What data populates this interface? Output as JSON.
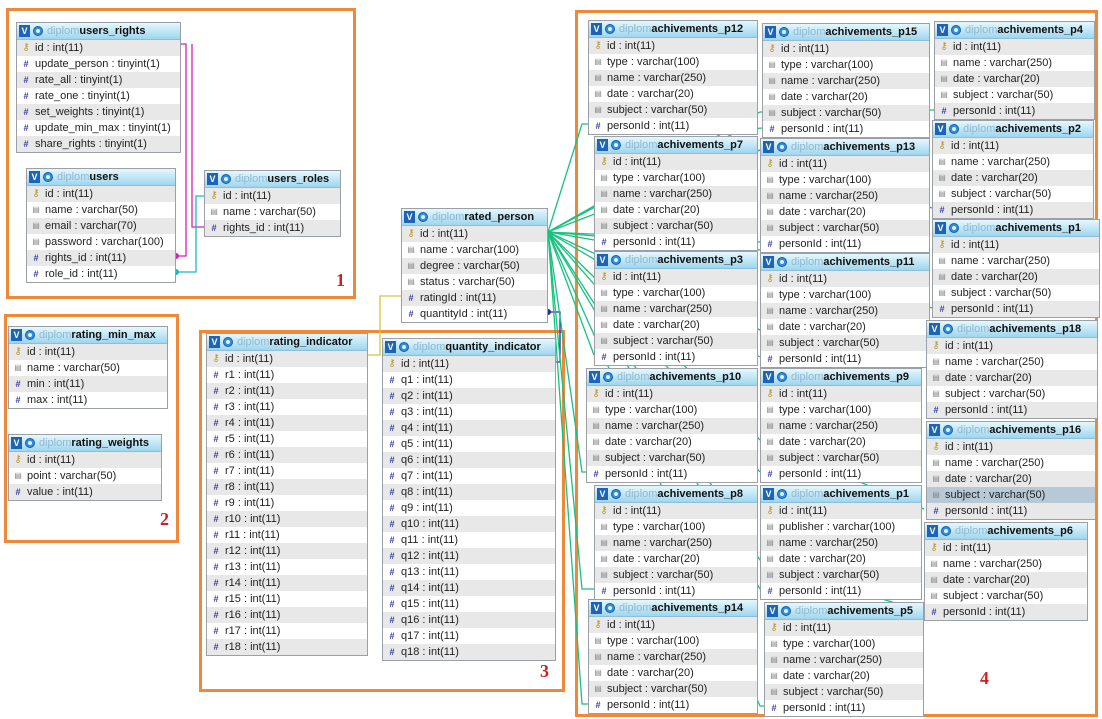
{
  "db_prefix": "diplom",
  "group_labels": [
    "1",
    "2",
    "3",
    "4"
  ],
  "tables": {
    "users_rights": {
      "name": "users_rights",
      "columns": [
        {
          "icon": "key",
          "text": "id : int(11)"
        },
        {
          "icon": "hash",
          "text": "update_person : tinyint(1)"
        },
        {
          "icon": "hash",
          "text": "rate_all : tinyint(1)"
        },
        {
          "icon": "hash",
          "text": "rate_one : tinyint(1)"
        },
        {
          "icon": "hash",
          "text": "set_weights : tinyint(1)"
        },
        {
          "icon": "hash",
          "text": "update_min_max : tinyint(1)"
        },
        {
          "icon": "hash",
          "text": "share_rights : tinyint(1)"
        }
      ]
    },
    "users": {
      "name": "users",
      "columns": [
        {
          "icon": "key",
          "text": "id : int(11)"
        },
        {
          "icon": "txt",
          "text": "name : varchar(50)"
        },
        {
          "icon": "txt",
          "text": "email : varchar(70)"
        },
        {
          "icon": "txt",
          "text": "password : varchar(100)"
        },
        {
          "icon": "hash",
          "text": "rights_id : int(11)"
        },
        {
          "icon": "hash",
          "text": "role_id : int(11)"
        }
      ]
    },
    "users_roles": {
      "name": "users_roles",
      "columns": [
        {
          "icon": "key",
          "text": "id : int(11)"
        },
        {
          "icon": "txt",
          "text": "name : varchar(50)"
        },
        {
          "icon": "hash",
          "text": "rights_id : int(11)"
        }
      ]
    },
    "rating_min_max": {
      "name": "rating_min_max",
      "columns": [
        {
          "icon": "key",
          "text": "id : int(11)"
        },
        {
          "icon": "txt",
          "text": "name : varchar(50)"
        },
        {
          "icon": "hash",
          "text": "min : int(11)"
        },
        {
          "icon": "hash",
          "text": "max : int(11)"
        }
      ]
    },
    "rating_weights": {
      "name": "rating_weights",
      "columns": [
        {
          "icon": "key",
          "text": "id : int(11)"
        },
        {
          "icon": "txt",
          "text": "point : varchar(50)"
        },
        {
          "icon": "hash",
          "text": "value : int(11)"
        }
      ]
    },
    "rated_person": {
      "name": "rated_person",
      "columns": [
        {
          "icon": "key",
          "text": "id : int(11)"
        },
        {
          "icon": "txt",
          "text": "name : varchar(100)"
        },
        {
          "icon": "txt",
          "text": "degree : varchar(50)"
        },
        {
          "icon": "txt",
          "text": "status : varchar(50)"
        },
        {
          "icon": "hash",
          "text": "ratingId : int(11)"
        },
        {
          "icon": "hash",
          "text": "quantityId : int(11)"
        }
      ]
    },
    "rating_indicator": {
      "name": "rating_indicator",
      "columns": [
        {
          "icon": "key",
          "text": "id : int(11)"
        },
        {
          "icon": "hash",
          "text": "r1 : int(11)"
        },
        {
          "icon": "hash",
          "text": "r2 : int(11)"
        },
        {
          "icon": "hash",
          "text": "r3 : int(11)"
        },
        {
          "icon": "hash",
          "text": "r4 : int(11)"
        },
        {
          "icon": "hash",
          "text": "r5 : int(11)"
        },
        {
          "icon": "hash",
          "text": "r6 : int(11)"
        },
        {
          "icon": "hash",
          "text": "r7 : int(11)"
        },
        {
          "icon": "hash",
          "text": "r8 : int(11)"
        },
        {
          "icon": "hash",
          "text": "r9 : int(11)"
        },
        {
          "icon": "hash",
          "text": "r10 : int(11)"
        },
        {
          "icon": "hash",
          "text": "r11 : int(11)"
        },
        {
          "icon": "hash",
          "text": "r12 : int(11)"
        },
        {
          "icon": "hash",
          "text": "r13 : int(11)"
        },
        {
          "icon": "hash",
          "text": "r14 : int(11)"
        },
        {
          "icon": "hash",
          "text": "r15 : int(11)"
        },
        {
          "icon": "hash",
          "text": "r16 : int(11)"
        },
        {
          "icon": "hash",
          "text": "r17 : int(11)"
        },
        {
          "icon": "hash",
          "text": "r18 : int(11)"
        }
      ]
    },
    "quantity_indicator": {
      "name": "quantity_indicator",
      "columns": [
        {
          "icon": "key",
          "text": "id : int(11)"
        },
        {
          "icon": "hash",
          "text": "q1 : int(11)"
        },
        {
          "icon": "hash",
          "text": "q2 : int(11)"
        },
        {
          "icon": "hash",
          "text": "q3 : int(11)"
        },
        {
          "icon": "hash",
          "text": "q4 : int(11)"
        },
        {
          "icon": "hash",
          "text": "q5 : int(11)"
        },
        {
          "icon": "hash",
          "text": "q6 : int(11)"
        },
        {
          "icon": "hash",
          "text": "q7 : int(11)"
        },
        {
          "icon": "hash",
          "text": "q8 : int(11)"
        },
        {
          "icon": "hash",
          "text": "q9 : int(11)"
        },
        {
          "icon": "hash",
          "text": "q10 : int(11)"
        },
        {
          "icon": "hash",
          "text": "q11 : int(11)"
        },
        {
          "icon": "hash",
          "text": "q12 : int(11)"
        },
        {
          "icon": "hash",
          "text": "q13 : int(11)"
        },
        {
          "icon": "hash",
          "text": "q14 : int(11)"
        },
        {
          "icon": "hash",
          "text": "q15 : int(11)"
        },
        {
          "icon": "hash",
          "text": "q16 : int(11)"
        },
        {
          "icon": "hash",
          "text": "q17 : int(11)"
        },
        {
          "icon": "hash",
          "text": "q18 : int(11)"
        }
      ]
    },
    "achivements_p12": {
      "name": "achivements_p12",
      "columns": [
        {
          "icon": "key",
          "text": "id : int(11)"
        },
        {
          "icon": "txt",
          "text": "type : varchar(100)"
        },
        {
          "icon": "txt",
          "text": "name : varchar(250)"
        },
        {
          "icon": "txt",
          "text": "date : varchar(20)"
        },
        {
          "icon": "txt",
          "text": "subject : varchar(50)"
        },
        {
          "icon": "hash",
          "text": "personId : int(11)"
        }
      ]
    },
    "achivements_p15": {
      "name": "achivements_p15",
      "columns": [
        {
          "icon": "key",
          "text": "id : int(11)"
        },
        {
          "icon": "txt",
          "text": "type : varchar(100)"
        },
        {
          "icon": "txt",
          "text": "name : varchar(250)"
        },
        {
          "icon": "txt",
          "text": "date : varchar(20)"
        },
        {
          "icon": "txt",
          "text": "subject : varchar(50)"
        },
        {
          "icon": "hash",
          "text": "personId : int(11)"
        }
      ]
    },
    "achivements_p4": {
      "name": "achivements_p4",
      "columns": [
        {
          "icon": "key",
          "text": "id : int(11)"
        },
        {
          "icon": "txt",
          "text": "name : varchar(250)"
        },
        {
          "icon": "txt",
          "text": "date : varchar(20)"
        },
        {
          "icon": "txt",
          "text": "subject : varchar(50)"
        },
        {
          "icon": "hash",
          "text": "personId : int(11)"
        }
      ]
    },
    "achivements_p2": {
      "name": "achivements_p2",
      "columns": [
        {
          "icon": "key",
          "text": "id : int(11)"
        },
        {
          "icon": "txt",
          "text": "name : varchar(250)"
        },
        {
          "icon": "txt",
          "text": "date : varchar(20)"
        },
        {
          "icon": "txt",
          "text": "subject : varchar(50)"
        },
        {
          "icon": "hash",
          "text": "personId : int(11)"
        }
      ]
    },
    "achivements_p7": {
      "name": "achivements_p7",
      "columns": [
        {
          "icon": "key",
          "text": "id : int(11)"
        },
        {
          "icon": "txt",
          "text": "type : varchar(100)"
        },
        {
          "icon": "txt",
          "text": "name : varchar(250)"
        },
        {
          "icon": "txt",
          "text": "date : varchar(20)"
        },
        {
          "icon": "txt",
          "text": "subject : varchar(50)"
        },
        {
          "icon": "hash",
          "text": "personId : int(11)"
        }
      ]
    },
    "achivements_p13": {
      "name": "achivements_p13",
      "columns": [
        {
          "icon": "key",
          "text": "id : int(11)"
        },
        {
          "icon": "txt",
          "text": "type : varchar(100)"
        },
        {
          "icon": "txt",
          "text": "name : varchar(250)"
        },
        {
          "icon": "txt",
          "text": "date : varchar(20)"
        },
        {
          "icon": "txt",
          "text": "subject : varchar(50)"
        },
        {
          "icon": "hash",
          "text": "personId : int(11)"
        }
      ]
    },
    "achivements_p1": {
      "name": "achivements_p1",
      "columns": [
        {
          "icon": "key",
          "text": "id : int(11)"
        },
        {
          "icon": "txt",
          "text": "name : varchar(250)"
        },
        {
          "icon": "txt",
          "text": "date : varchar(20)"
        },
        {
          "icon": "txt",
          "text": "subject : varchar(50)"
        },
        {
          "icon": "hash",
          "text": "personId : int(11)"
        }
      ]
    },
    "achivements_p3": {
      "name": "achivements_p3",
      "columns": [
        {
          "icon": "key",
          "text": "id : int(11)"
        },
        {
          "icon": "txt",
          "text": "type : varchar(100)"
        },
        {
          "icon": "txt",
          "text": "name : varchar(250)"
        },
        {
          "icon": "txt",
          "text": "date : varchar(20)"
        },
        {
          "icon": "txt",
          "text": "subject : varchar(50)"
        },
        {
          "icon": "hash",
          "text": "personId : int(11)"
        }
      ]
    },
    "achivements_p11": {
      "name": "achivements_p11",
      "columns": [
        {
          "icon": "key",
          "text": "id : int(11)"
        },
        {
          "icon": "txt",
          "text": "type : varchar(100)"
        },
        {
          "icon": "txt",
          "text": "name : varchar(250)"
        },
        {
          "icon": "txt",
          "text": "date : varchar(20)"
        },
        {
          "icon": "txt",
          "text": "subject : varchar(50)"
        },
        {
          "icon": "hash",
          "text": "personId : int(11)"
        }
      ]
    },
    "achivements_p18": {
      "name": "achivements_p18",
      "columns": [
        {
          "icon": "key",
          "text": "id : int(11)"
        },
        {
          "icon": "txt",
          "text": "name : varchar(250)"
        },
        {
          "icon": "txt",
          "text": "date : varchar(20)"
        },
        {
          "icon": "txt",
          "text": "subject : varchar(50)"
        },
        {
          "icon": "hash",
          "text": "personId : int(11)"
        }
      ]
    },
    "achivements_p10": {
      "name": "achivements_p10",
      "columns": [
        {
          "icon": "key",
          "text": "id : int(11)"
        },
        {
          "icon": "txt",
          "text": "type : varchar(100)"
        },
        {
          "icon": "txt",
          "text": "name : varchar(250)"
        },
        {
          "icon": "txt",
          "text": "date : varchar(20)"
        },
        {
          "icon": "txt",
          "text": "subject : varchar(50)"
        },
        {
          "icon": "hash",
          "text": "personId : int(11)"
        }
      ]
    },
    "achivements_p9": {
      "name": "achivements_p9",
      "columns": [
        {
          "icon": "key",
          "text": "id : int(11)"
        },
        {
          "icon": "txt",
          "text": "type : varchar(100)"
        },
        {
          "icon": "txt",
          "text": "name : varchar(250)"
        },
        {
          "icon": "txt",
          "text": "date : varchar(20)"
        },
        {
          "icon": "txt",
          "text": "subject : varchar(50)"
        },
        {
          "icon": "hash",
          "text": "personId : int(11)"
        }
      ]
    },
    "achivements_p16": {
      "name": "achivements_p16",
      "columns": [
        {
          "icon": "key",
          "text": "id : int(11)"
        },
        {
          "icon": "txt",
          "text": "name : varchar(250)"
        },
        {
          "icon": "txt",
          "text": "date : varchar(20)"
        },
        {
          "icon": "txt",
          "text": "subject : varchar(50)",
          "highlight": true
        },
        {
          "icon": "hash",
          "text": "personId : int(11)"
        }
      ]
    },
    "achivements_p8": {
      "name": "achivements_p8",
      "columns": [
        {
          "icon": "key",
          "text": "id : int(11)"
        },
        {
          "icon": "txt",
          "text": "type : varchar(100)"
        },
        {
          "icon": "txt",
          "text": "name : varchar(250)"
        },
        {
          "icon": "txt",
          "text": "date : varchar(20)"
        },
        {
          "icon": "txt",
          "text": "subject : varchar(50)"
        },
        {
          "icon": "hash",
          "text": "personId : int(11)"
        }
      ]
    },
    "achivements_p1b": {
      "name": "achivements_p1",
      "columns": [
        {
          "icon": "key",
          "text": "id : int(11)"
        },
        {
          "icon": "txt",
          "text": "publisher : varchar(100)"
        },
        {
          "icon": "txt",
          "text": "name : varchar(250)"
        },
        {
          "icon": "txt",
          "text": "date : varchar(20)"
        },
        {
          "icon": "txt",
          "text": "subject : varchar(50)"
        },
        {
          "icon": "hash",
          "text": "personId : int(11)"
        }
      ]
    },
    "achivements_p6": {
      "name": "achivements_p6",
      "columns": [
        {
          "icon": "key",
          "text": "id : int(11)"
        },
        {
          "icon": "txt",
          "text": "name : varchar(250)"
        },
        {
          "icon": "txt",
          "text": "date : varchar(20)"
        },
        {
          "icon": "txt",
          "text": "subject : varchar(50)"
        },
        {
          "icon": "hash",
          "text": "personId : int(11)"
        }
      ]
    },
    "achivements_p14": {
      "name": "achivements_p14",
      "columns": [
        {
          "icon": "key",
          "text": "id : int(11)"
        },
        {
          "icon": "txt",
          "text": "type : varchar(100)"
        },
        {
          "icon": "txt",
          "text": "name : varchar(250)"
        },
        {
          "icon": "txt",
          "text": "date : varchar(20)"
        },
        {
          "icon": "txt",
          "text": "subject : varchar(50)"
        },
        {
          "icon": "hash",
          "text": "personId : int(11)"
        }
      ]
    },
    "achivements_p5": {
      "name": "achivements_p5",
      "columns": [
        {
          "icon": "key",
          "text": "id : int(11)"
        },
        {
          "icon": "txt",
          "text": "type : varchar(100)"
        },
        {
          "icon": "txt",
          "text": "name : varchar(250)"
        },
        {
          "icon": "txt",
          "text": "date : varchar(20)"
        },
        {
          "icon": "txt",
          "text": "subject : varchar(50)"
        },
        {
          "icon": "hash",
          "text": "personId : int(11)"
        }
      ]
    }
  },
  "colors": {
    "group_border": "#f0883a",
    "label": "#cc2222",
    "link_green": "#17c27f",
    "link_magenta": "#d61fbd",
    "link_cyan": "#1bb8c4",
    "link_yellow": "#d8c340",
    "link_navy": "#1b2fa8"
  }
}
